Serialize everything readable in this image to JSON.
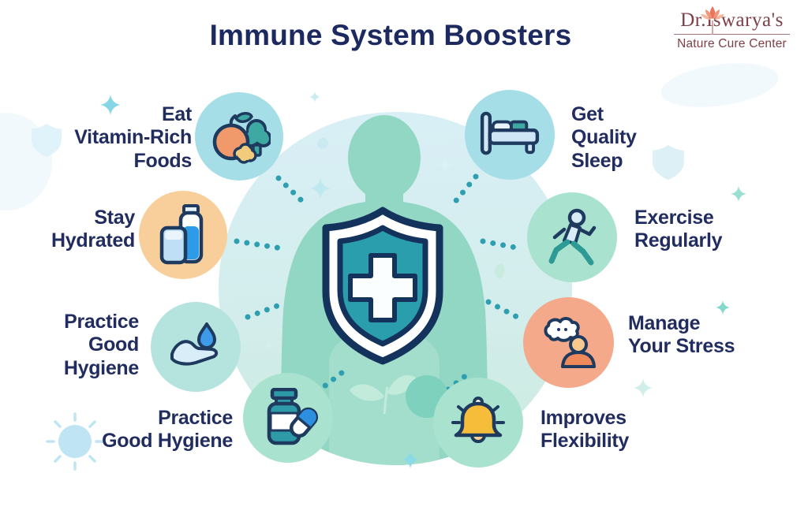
{
  "title": "Immune System Boosters",
  "logo": {
    "name": "Dr.Iswarya's",
    "subtitle": "Nature Cure Center",
    "icon": "lotus-flower-icon",
    "text_color": "#7E4048"
  },
  "center": {
    "icon": "shield-cross-icon",
    "figure": "human-silhouette",
    "shield_fill": "#2A9EAC",
    "body_fill": "#92D7C3"
  },
  "items": [
    {
      "id": "eat-vitamin-rich-foods",
      "label": "Eat\nVitamin-Rich\nFoods",
      "icon": "fruits-icon",
      "circle_color": "#A5DEE6"
    },
    {
      "id": "stay-hydrated",
      "label": "Stay\nHydrated",
      "icon": "water-bottle-glass-icon",
      "circle_color": "#F8CF9B"
    },
    {
      "id": "practice-good-hygiene",
      "label": "Practice\nGood\nHygiene",
      "icon": "hand-water-drop-icon",
      "circle_color": "#B5E4DF"
    },
    {
      "id": "practice-good-hygiene-2",
      "label": "Practice\nGood Hygiene",
      "icon": "medicine-bottle-capsule-icon",
      "circle_color": "#A9E2CF"
    },
    {
      "id": "get-quality-sleep",
      "label": "Get\nQuality\nSleep",
      "icon": "bed-icon",
      "circle_color": "#A5DEE6"
    },
    {
      "id": "exercise-regularly",
      "label": "Exercise\nRegularly",
      "icon": "running-person-icon",
      "circle_color": "#A9E2CF"
    },
    {
      "id": "manage-your-stress",
      "label": "Manage\nYour Stress",
      "icon": "stressed-person-icon",
      "circle_color": "#F4A98B"
    },
    {
      "id": "improves-flexibility",
      "label": "Improves\nFlexibility",
      "icon": "bell-icon",
      "circle_color": "#A9E2CF"
    }
  ],
  "decorations": {
    "sparkle_icon": "four-point-sparkle",
    "sun_icon": "sun",
    "shield_watermark_icon": "shield-watermark",
    "leaf_icon": "leaf",
    "connector_style": "dotted",
    "connector_color": "#2E9FB0"
  },
  "colors": {
    "title_text": "#1D2A60",
    "label_text": "#212C5F",
    "outline_navy": "#16355C",
    "bubble_cyan": "#A5DEE6",
    "bubble_orange": "#F8CF9B",
    "bubble_teal": "#B5E4DF",
    "bubble_mint": "#A9E2CF",
    "bubble_coral": "#F4A98B"
  }
}
